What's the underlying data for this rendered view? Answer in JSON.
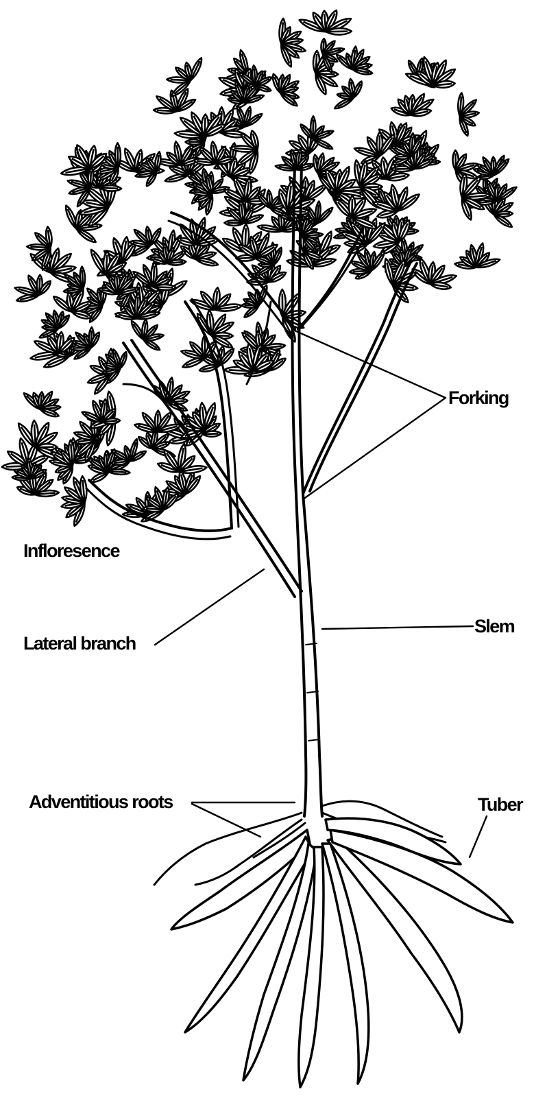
{
  "diagram": {
    "labels": {
      "forking": "Forking",
      "inflorescence": "Infloresence",
      "lateral_branch": "Lateral branch",
      "stem": "Slem",
      "adventitious_roots": "Adventitious roots",
      "tuber": "Tuber"
    },
    "colors": {
      "ink": "#000000",
      "paper": "#ffffff"
    }
  }
}
